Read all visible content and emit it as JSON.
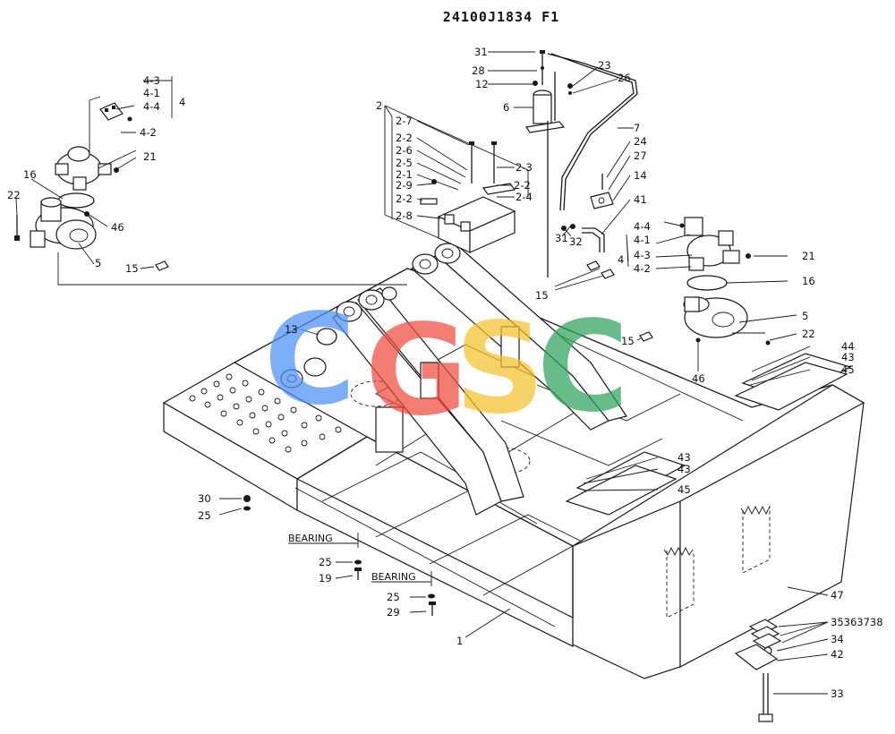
{
  "drawing_number": "24100J1834 F1",
  "watermark": {
    "letters": [
      "C",
      "G",
      "S",
      "C"
    ],
    "colors": [
      "#4f8ff7",
      "#ef4a3e",
      "#f5c12c",
      "#2fa35c"
    ]
  },
  "bearing_labels": [
    "BEARING",
    "BEARING"
  ],
  "callouts": {
    "c31a": "31",
    "c28": "28",
    "c12": "12",
    "c6": "6",
    "c23": "23",
    "c26": "26",
    "c7": "7",
    "c24": "24",
    "c27": "27",
    "c14": "14",
    "c41": "41",
    "c31b": "31",
    "c32": "32",
    "c2": "2",
    "c2_7": "2-7",
    "c2_2a": "2-2",
    "c2_6": "2-6",
    "c2_5": "2-5",
    "c2_1": "2-1",
    "c2_9": "2-9",
    "c2_2b": "2-2",
    "c2_8": "2-8",
    "c2_3": "2-3",
    "c2_2c": "2-2",
    "c2_4": "2-4",
    "c4_3a": "4-3",
    "c4_1a": "4-1",
    "c4_4a": "4-4",
    "c4a": "4",
    "c4_2a": "4-2",
    "c21a": "21",
    "c16a": "16",
    "c22a": "22",
    "c46a": "46",
    "c5a": "5",
    "c15a": "15",
    "c4_4b": "4-4",
    "c4_1b": "4-1",
    "c4b": "4",
    "c4_3b": "4-3",
    "c4_2b": "4-2",
    "c21b": "21",
    "c16b": "16",
    "c5b": "5",
    "c22b": "22",
    "c46b": "46",
    "c15b": "15",
    "c15c": "15",
    "c13": "13",
    "c44": "44",
    "c43a": "43",
    "c45a": "45",
    "c43b": "43",
    "c43c": "43",
    "c45b": "45",
    "c30": "30",
    "c25a": "25",
    "c25b": "25",
    "c19": "19",
    "c25c": "25",
    "c29": "29",
    "c1": "1",
    "c47": "47",
    "c35": "35363738",
    "c34": "34",
    "c42": "42",
    "c33": "33"
  }
}
